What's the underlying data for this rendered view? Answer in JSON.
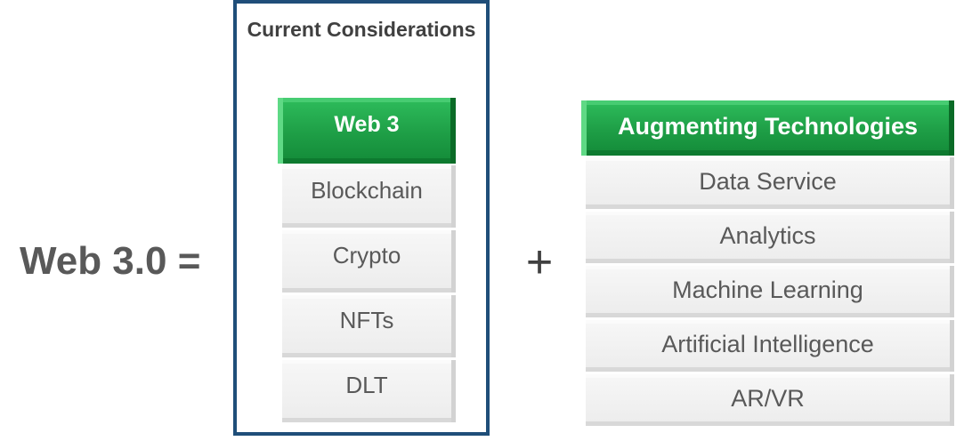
{
  "equation": {
    "label": "Web 3.0 ="
  },
  "considerations": {
    "title": "Current Considerations",
    "header": "Web 3",
    "items": [
      "Blockchain",
      "Crypto",
      "NFTs",
      "DLT"
    ]
  },
  "operator": "+",
  "augmenting": {
    "header": "Augmenting Technologies",
    "items": [
      "Data Service",
      "Analytics",
      "Machine Learning",
      "Artificial Intelligence",
      "AR/VR"
    ]
  },
  "colors": {
    "box_border": "#1f4e79",
    "header_green": "#1e9e46",
    "tile_grey": "#ececec",
    "text_grey": "#595959"
  }
}
